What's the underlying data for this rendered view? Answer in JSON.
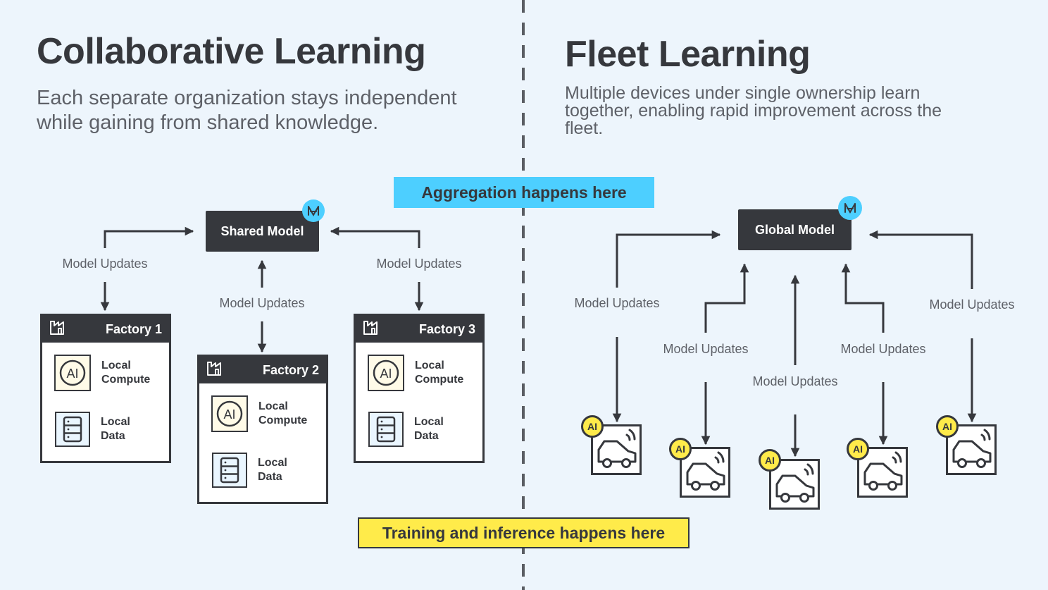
{
  "left": {
    "title": "Collaborative Learning",
    "subtitle_lines": [
      "Each separate organization stays independent",
      "while gaining from shared knowledge."
    ],
    "hub": {
      "label": "Shared Model",
      "badge_icon": "model-hub-icon"
    },
    "edge_label": "Model Updates",
    "factories": [
      {
        "name": "Factory 1",
        "icon": "factory-icon",
        "compute_label": [
          "Local",
          "Compute"
        ],
        "data_label": [
          "Local",
          "Data"
        ],
        "compute_icon": "ai-chip-icon",
        "data_icon": "database-icon"
      },
      {
        "name": "Factory 2",
        "icon": "factory-icon",
        "compute_label": [
          "Local",
          "Compute"
        ],
        "data_label": [
          "Local",
          "Data"
        ],
        "compute_icon": "ai-chip-icon",
        "data_icon": "database-icon"
      },
      {
        "name": "Factory 3",
        "icon": "factory-icon",
        "compute_label": [
          "Local",
          "Compute"
        ],
        "data_label": [
          "Local",
          "Data"
        ],
        "compute_icon": "ai-chip-icon",
        "data_icon": "database-icon"
      }
    ],
    "edges": [
      "Model Updates",
      "Model Updates",
      "Model Updates"
    ]
  },
  "right": {
    "title": "Fleet Learning",
    "subtitle_lines": [
      "Multiple devices under single ownership learn",
      "together, enabling rapid improvement across the",
      "fleet."
    ],
    "hub": {
      "label": "Global Model",
      "badge_icon": "model-hub-icon"
    },
    "edges": [
      "Model Updates",
      "Model Updates",
      "Model Updates",
      "Model Updates",
      "Model Updates"
    ],
    "vehicles": [
      {
        "badge": "AI",
        "icon": "connected-car-icon"
      },
      {
        "badge": "AI",
        "icon": "connected-car-icon"
      },
      {
        "badge": "AI",
        "icon": "connected-car-icon"
      },
      {
        "badge": "AI",
        "icon": "connected-car-icon"
      },
      {
        "badge": "AI",
        "icon": "connected-car-icon"
      }
    ]
  },
  "callouts": {
    "aggregation": "Aggregation happens here",
    "training": "Training and inference happens here"
  },
  "colors": {
    "background": "#edf5fc",
    "ink": "#36383d",
    "aggregation_cyan": "#4dcfff",
    "training_yellow": "#ffeb4a"
  }
}
